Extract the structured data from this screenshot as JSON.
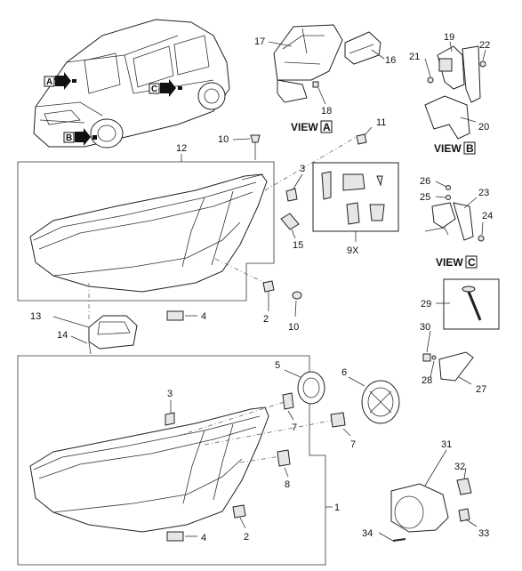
{
  "callouts": {
    "c1": "1",
    "c2a": "2",
    "c2b": "2",
    "c3a": "3",
    "c3b": "3",
    "c4a": "4",
    "c4b": "4",
    "c5": "5",
    "c6": "6",
    "c7a": "7",
    "c7b": "7",
    "c8": "8",
    "c9x": "9X",
    "c10a": "10",
    "c10b": "10",
    "c11": "11",
    "c12": "12",
    "c13": "13",
    "c14": "14",
    "c15": "15",
    "c16": "16",
    "c17": "17",
    "c18": "18",
    "c19": "19",
    "c20": "20",
    "c21": "21",
    "c22": "22",
    "c23": "23",
    "c24": "24",
    "c25": "25",
    "c26": "26",
    "c27": "27",
    "c28": "28",
    "c29": "29",
    "c30": "30",
    "c31": "31",
    "c32": "32",
    "c33": "33",
    "c34": "34"
  },
  "views": {
    "a": {
      "text": "VIEW",
      "letter": "A"
    },
    "b": {
      "text": "VIEW",
      "letter": "B"
    },
    "c": {
      "text": "VIEW",
      "letter": "C"
    }
  },
  "car_markers": {
    "a": "A",
    "b": "B",
    "c": "C"
  }
}
